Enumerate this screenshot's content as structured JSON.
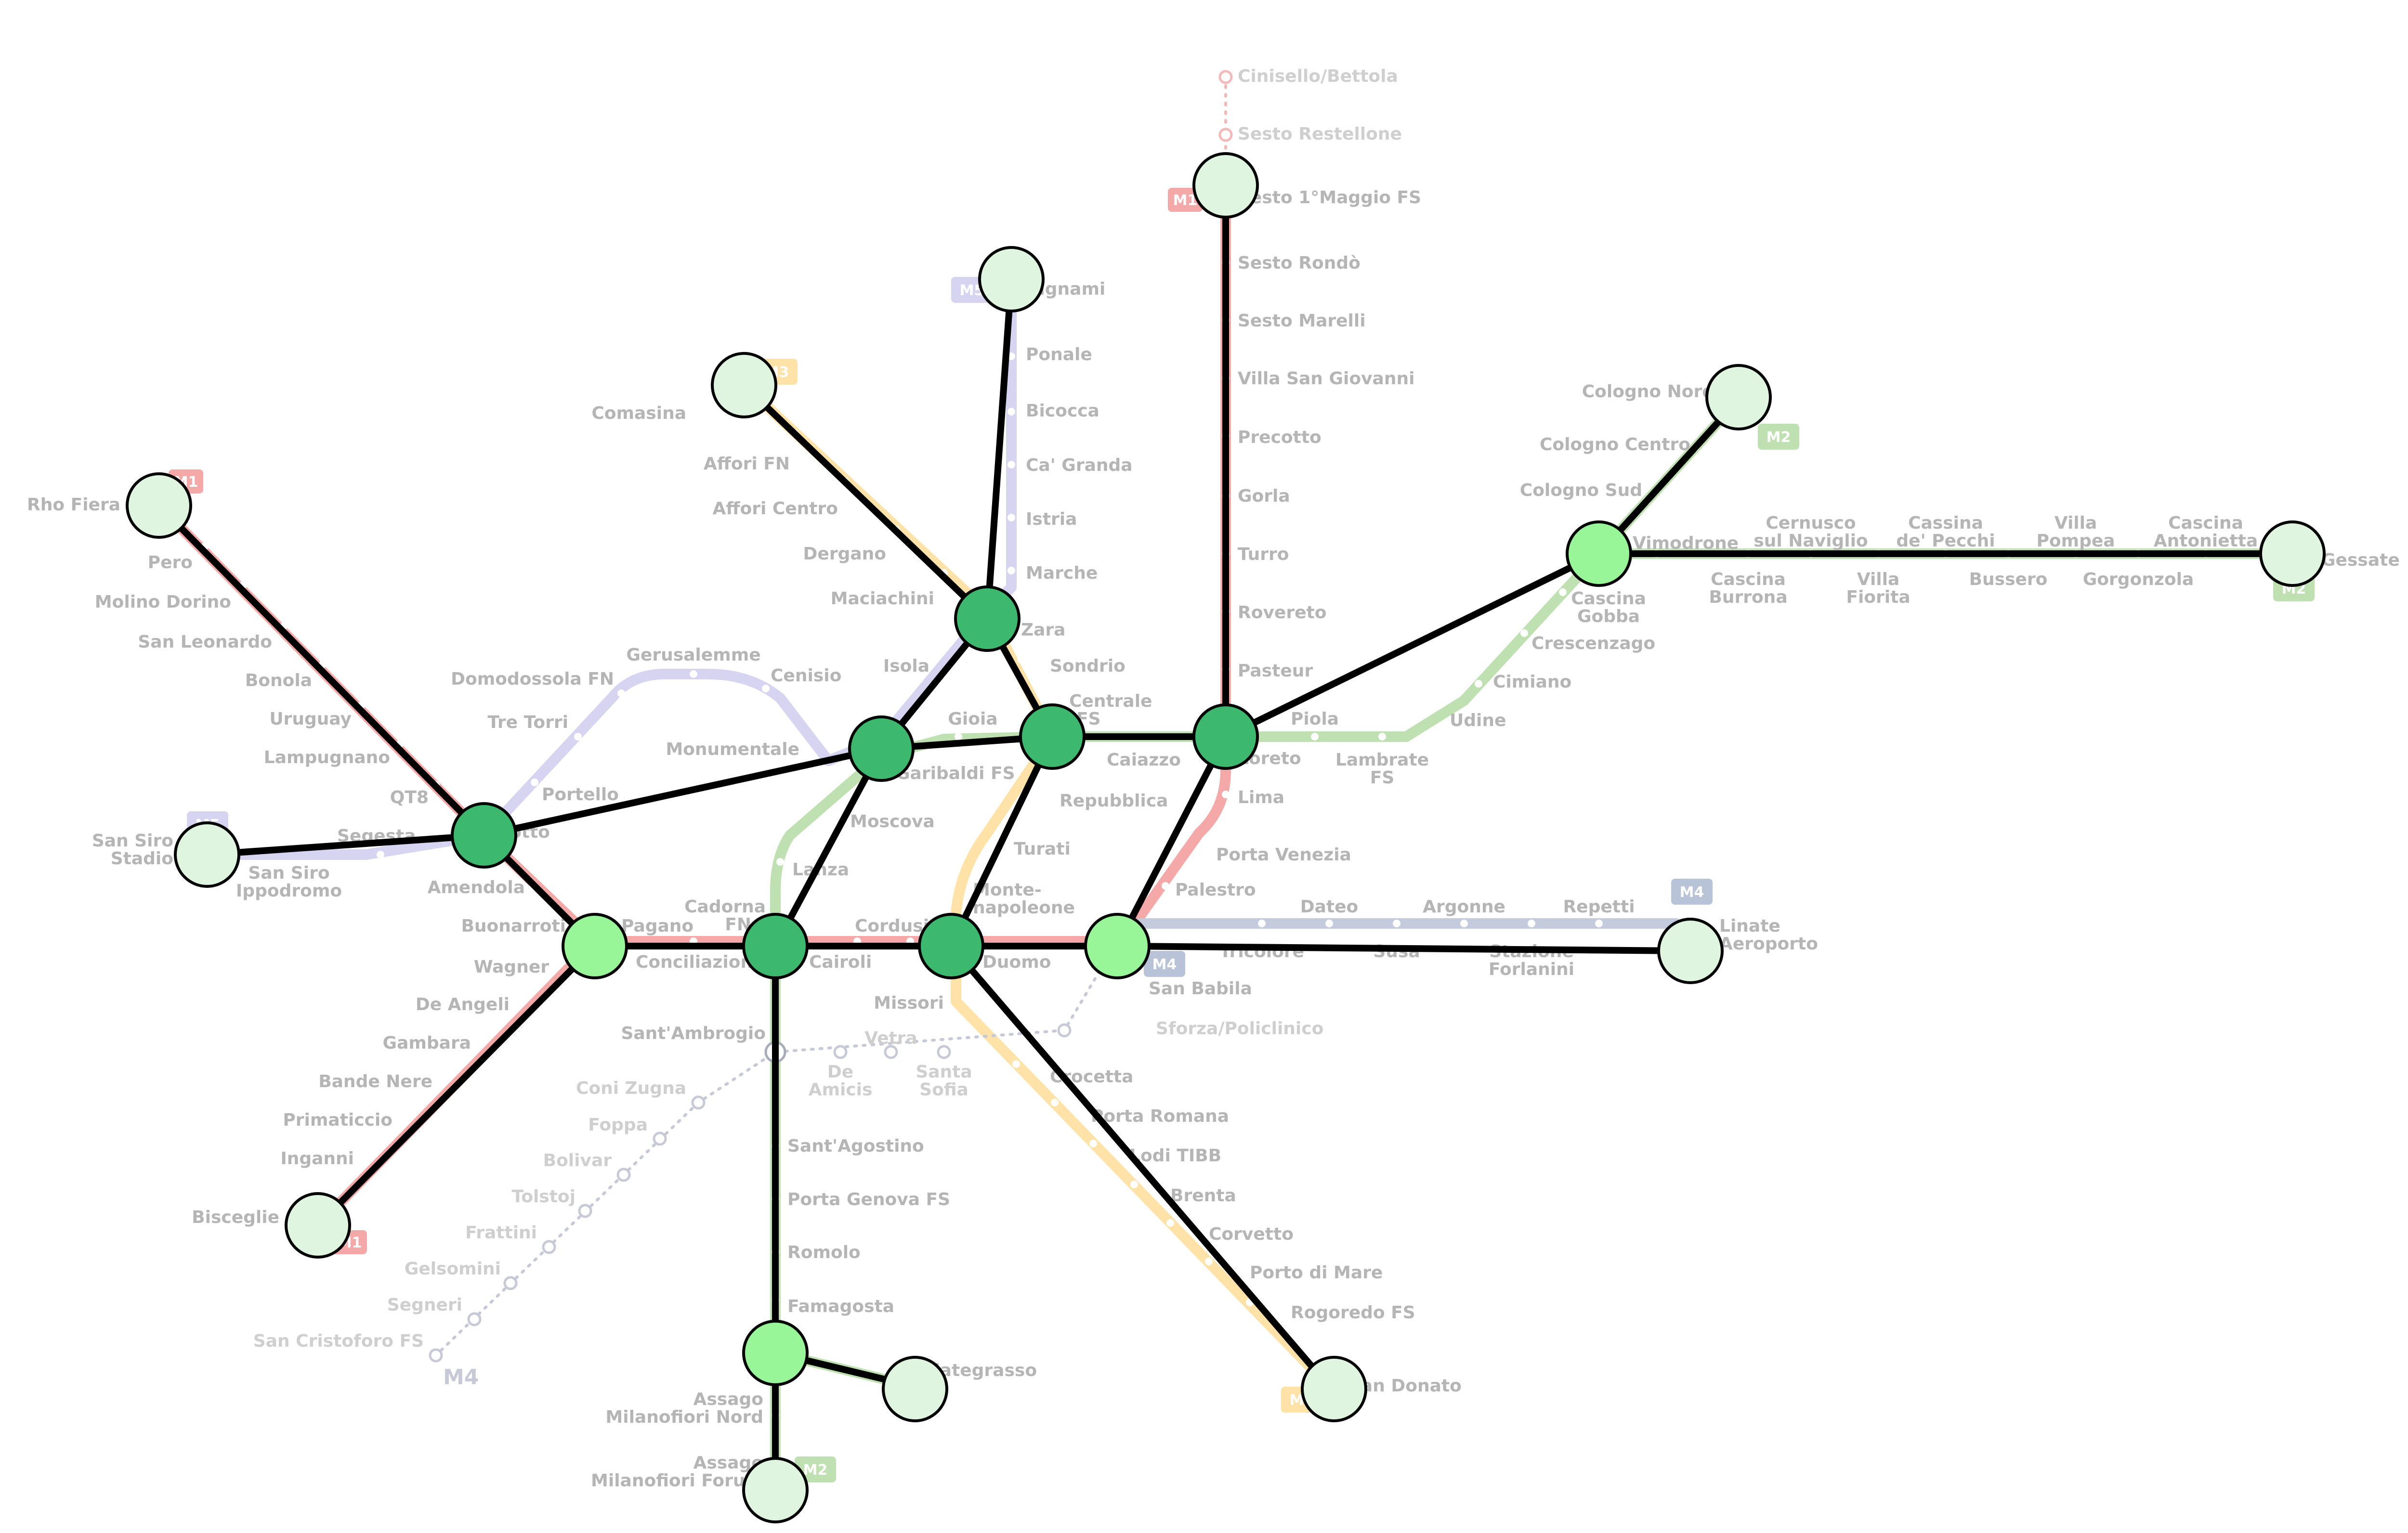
{
  "colors": {
    "m1": "#f4a8a8",
    "m2": "#bfe0b0",
    "m3": "#ffe2a8",
    "m4": "#b8c3d8",
    "m5": "#d6d4f0",
    "m4_planned": "#c7cad6",
    "m1_extension": "#f5b8b8",
    "overlay": "#000000",
    "node_dark": "#3cb96e",
    "node_light": "#98f598",
    "node_leaf": "#e0f5e0",
    "node_stroke": "#000000",
    "station_dot": "#ffffff",
    "label": "#b5b5b5"
  },
  "lines": {
    "m1": "M1",
    "m2": "M2",
    "m3": "M3",
    "m4": "M4",
    "m5": "M5"
  },
  "stations": {
    "cinisello_bettola": "Cinisello/Bettola",
    "sesto_restellone": "Sesto Restellone",
    "sesto_1_maggio": "Sesto 1°Maggio FS",
    "sesto_rondo": "Sesto Rondò",
    "sesto_marelli": "Sesto Marelli",
    "villa_san_giovanni": "Villa San Giovanni",
    "precotto": "Precotto",
    "gorla": "Gorla",
    "turro": "Turro",
    "rovereto": "Rovereto",
    "pasteur": "Pasteur",
    "loreto": "Loreto",
    "lima": "Lima",
    "porta_venezia": "Porta Venezia",
    "palestro": "Palestro",
    "san_babila": "San Babila",
    "duomo": "Duomo",
    "cordusio": "Cordusio",
    "cairoli": "Cairoli",
    "cadorna_1": "Cadorna",
    "cadorna_2": "FN",
    "conciliazione": "Conciliazione",
    "pagano": "Pagano",
    "buonarroti": "Buonarroti",
    "amendola": "Amendola",
    "lotto": "Lotto",
    "qt8": "QT8",
    "lampugnano": "Lampugnano",
    "uruguay": "Uruguay",
    "bonola": "Bonola",
    "san_leonardo": "San Leonardo",
    "molino_dorino": "Molino Dorino",
    "pero": "Pero",
    "rho_fiera": "Rho Fiera",
    "wagner": "Wagner",
    "de_angeli": "De Angeli",
    "gambara": "Gambara",
    "bande_nere": "Bande Nere",
    "primaticcio": "Primaticcio",
    "inganni": "Inganni",
    "bisceglie": "Bisceglie",
    "comasina": "Comasina",
    "affori_fn": "Affori FN",
    "affori_centro": "Affori Centro",
    "dergano": "Dergano",
    "maciachini": "Maciachini",
    "zara": "Zara",
    "sondrio": "Sondrio",
    "centrale_1": "Centrale",
    "centrale_2": "FS",
    "repubblica": "Repubblica",
    "turati": "Turati",
    "montenapoleone_1": "Monte-",
    "montenapoleone_2": "napoleone",
    "missori": "Missori",
    "crocetta": "Crocetta",
    "porta_romana": "Porta Romana",
    "lodi_tibb": "Lodi TIBB",
    "brenta": "Brenta",
    "corvetto": "Corvetto",
    "porto_di_mare": "Porto di Mare",
    "rogoredo": "Rogoredo FS",
    "san_donato": "San Donato",
    "bignami": "Bignami",
    "ponale": "Ponale",
    "bicocca": "Bicocca",
    "ca_granda": "Ca' Granda",
    "istria": "Istria",
    "marche": "Marche",
    "isola": "Isola",
    "garibaldi": "Garibaldi FS",
    "monumentale": "Monumentale",
    "cenisio": "Cenisio",
    "gerusalemme": "Gerusalemme",
    "domodossola": "Domodossola FN",
    "tre_torri": "Tre Torri",
    "portello": "Portello",
    "segesta": "Segesta",
    "san_siro_ippodromo_1": "San Siro",
    "san_siro_ippodromo_2": "Ippodromo",
    "san_siro_stadio_1": "San Siro",
    "san_siro_stadio_2": "Stadio",
    "gioia": "Gioia",
    "caiazzo": "Caiazzo",
    "piola": "Piola",
    "lambrate_1": "Lambrate",
    "lambrate_2": "FS",
    "udine": "Udine",
    "cimiano": "Cimiano",
    "crescenzago": "Crescenzago",
    "cascina_gobba_1": "Cascina",
    "cascina_gobba_2": "Gobba",
    "cologno_sud": "Cologno Sud",
    "cologno_centro": "Cologno Centro",
    "cologno_nord": "Cologno Nord",
    "vimodrone": "Vimodrone",
    "cascina_burrona_1": "Cascina",
    "cascina_burrona_2": "Burrona",
    "cernusco_1": "Cernusco",
    "cernusco_2": "sul Naviglio",
    "villa_fiorita_1": "Villa",
    "villa_fiorita_2": "Fiorita",
    "cassina_1": "Cassina",
    "cassina_2": "de' Pecchi",
    "bussero": "Bussero",
    "villa_pompea_1": "Villa",
    "villa_pompea_2": "Pompea",
    "gorgonzola": "Gorgonzola",
    "cascina_antonietta_1": "Cascina",
    "cascina_antonietta_2": "Antonietta",
    "gessate": "Gessate",
    "moscova": "Moscova",
    "lanza": "Lanza",
    "sant_ambrogio": "Sant'Ambrogio",
    "sant_agostino": "Sant'Agostino",
    "porta_genova": "Porta Genova FS",
    "romolo": "Romolo",
    "famagosta": "Famagosta",
    "assago_nord_1": "Assago",
    "assago_nord_2": "Milanofiori Nord",
    "assago_forum_1": "Assago",
    "assago_forum_2": "Milanofiori Forum",
    "abbiategrasso": "Abbiategrasso",
    "tricolore": "Tricolore",
    "dateo": "Dateo",
    "susa": "Susa",
    "argonne": "Argonne",
    "stazione_forlanini_1": "Stazione",
    "stazione_forlanini_2": "Forlanini",
    "repetti": "Repetti",
    "linate_1": "Linate",
    "linate_2": "Aeroporto",
    "sforza_policlinico": "Sforza/Policlinico",
    "vetra": "Vetra",
    "de_amicis_1": "De",
    "de_amicis_2": "Amicis",
    "santa_sofia_1": "Santa",
    "santa_sofia_2": "Sofia",
    "coni_zugna": "Coni Zugna",
    "foppa": "Foppa",
    "bolivar": "Bolivar",
    "tolstoj": "Tolstoj",
    "frattini": "Frattini",
    "gelsomini": "Gelsomini",
    "segneri": "Segneri",
    "san_cristoforo": "San Cristoforo FS"
  }
}
